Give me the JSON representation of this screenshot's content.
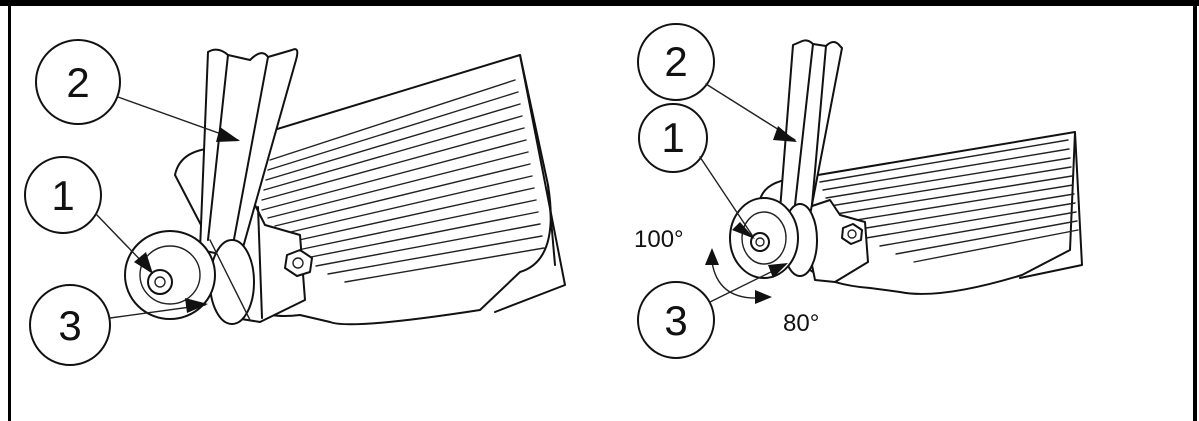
{
  "left_figure": {
    "callouts": {
      "c1": "1",
      "c2": "2",
      "c3": "3"
    }
  },
  "right_figure": {
    "callouts": {
      "c1": "1",
      "c2": "2",
      "c3": "3"
    },
    "angles": {
      "upper": "100°",
      "lower": "80°"
    }
  },
  "colors": {
    "line": "#111111",
    "background": "#ffffff"
  }
}
